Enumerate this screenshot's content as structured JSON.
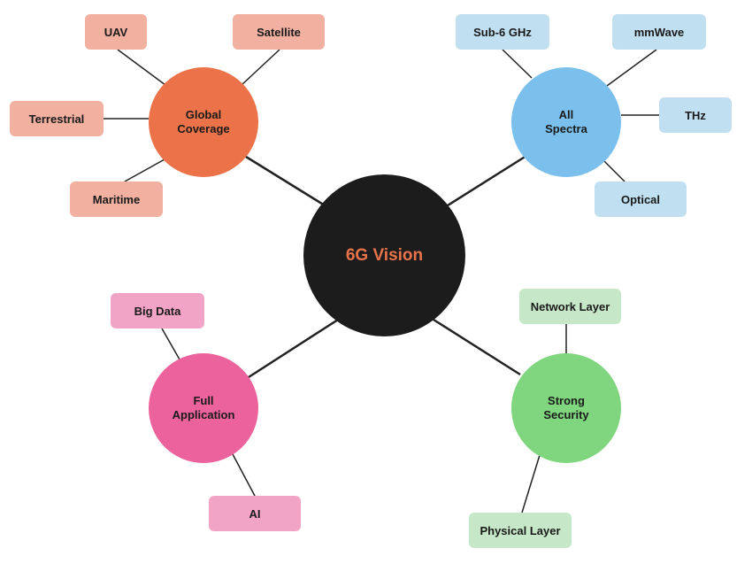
{
  "center": {
    "label": "6G Vision",
    "fill": "#1c1c1c",
    "text_color": "#e8734a"
  },
  "branches": [
    {
      "key": "global",
      "lines": [
        "Global",
        "Coverage"
      ],
      "fill": "#ec7349",
      "leaf_fill": "#f2b0a0",
      "leaves": [
        "UAV",
        "Satellite",
        "Terrestrial",
        "Maritime"
      ]
    },
    {
      "key": "spectra",
      "lines": [
        "All",
        "Spectra"
      ],
      "fill": "#7bbfec",
      "leaf_fill": "#c0dff0",
      "leaves": [
        "Sub-6 GHz",
        "mmWave",
        "THz",
        "Optical"
      ]
    },
    {
      "key": "application",
      "lines": [
        "Full",
        "Application"
      ],
      "fill": "#ec629c",
      "leaf_fill": "#f2a4c6",
      "leaves": [
        "Big Data",
        "AI"
      ]
    },
    {
      "key": "security",
      "lines": [
        "Strong",
        "Security"
      ],
      "fill": "#7fd67f",
      "leaf_fill": "#c6e8c8",
      "leaves": [
        "Network Layer",
        "Physical Layer"
      ]
    }
  ],
  "line_color": "#222222"
}
